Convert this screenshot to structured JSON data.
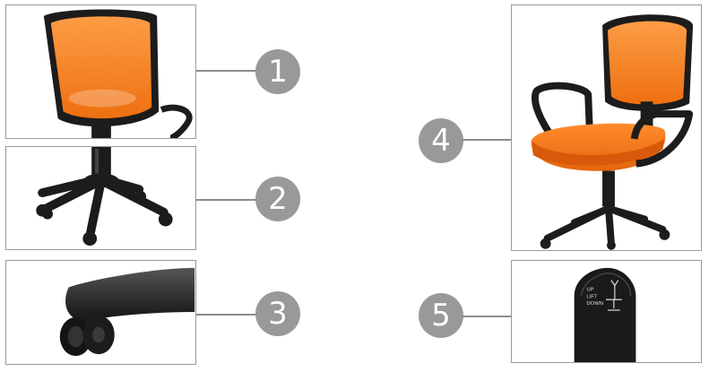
{
  "callouts": [
    {
      "number": "1",
      "subject": "mesh-backrest"
    },
    {
      "number": "2",
      "subject": "five-star-base"
    },
    {
      "number": "3",
      "subject": "caster-wheel"
    },
    {
      "number": "4",
      "subject": "full-chair"
    },
    {
      "number": "5",
      "subject": "height-lever"
    }
  ],
  "lever_label": [
    "UP",
    "LIFT",
    "DOWN"
  ],
  "colors": {
    "seat_orange": "#f47a1f",
    "frame_black": "#1c1c1c",
    "badge_grey": "#999999",
    "line_grey": "#8c8c8c"
  }
}
